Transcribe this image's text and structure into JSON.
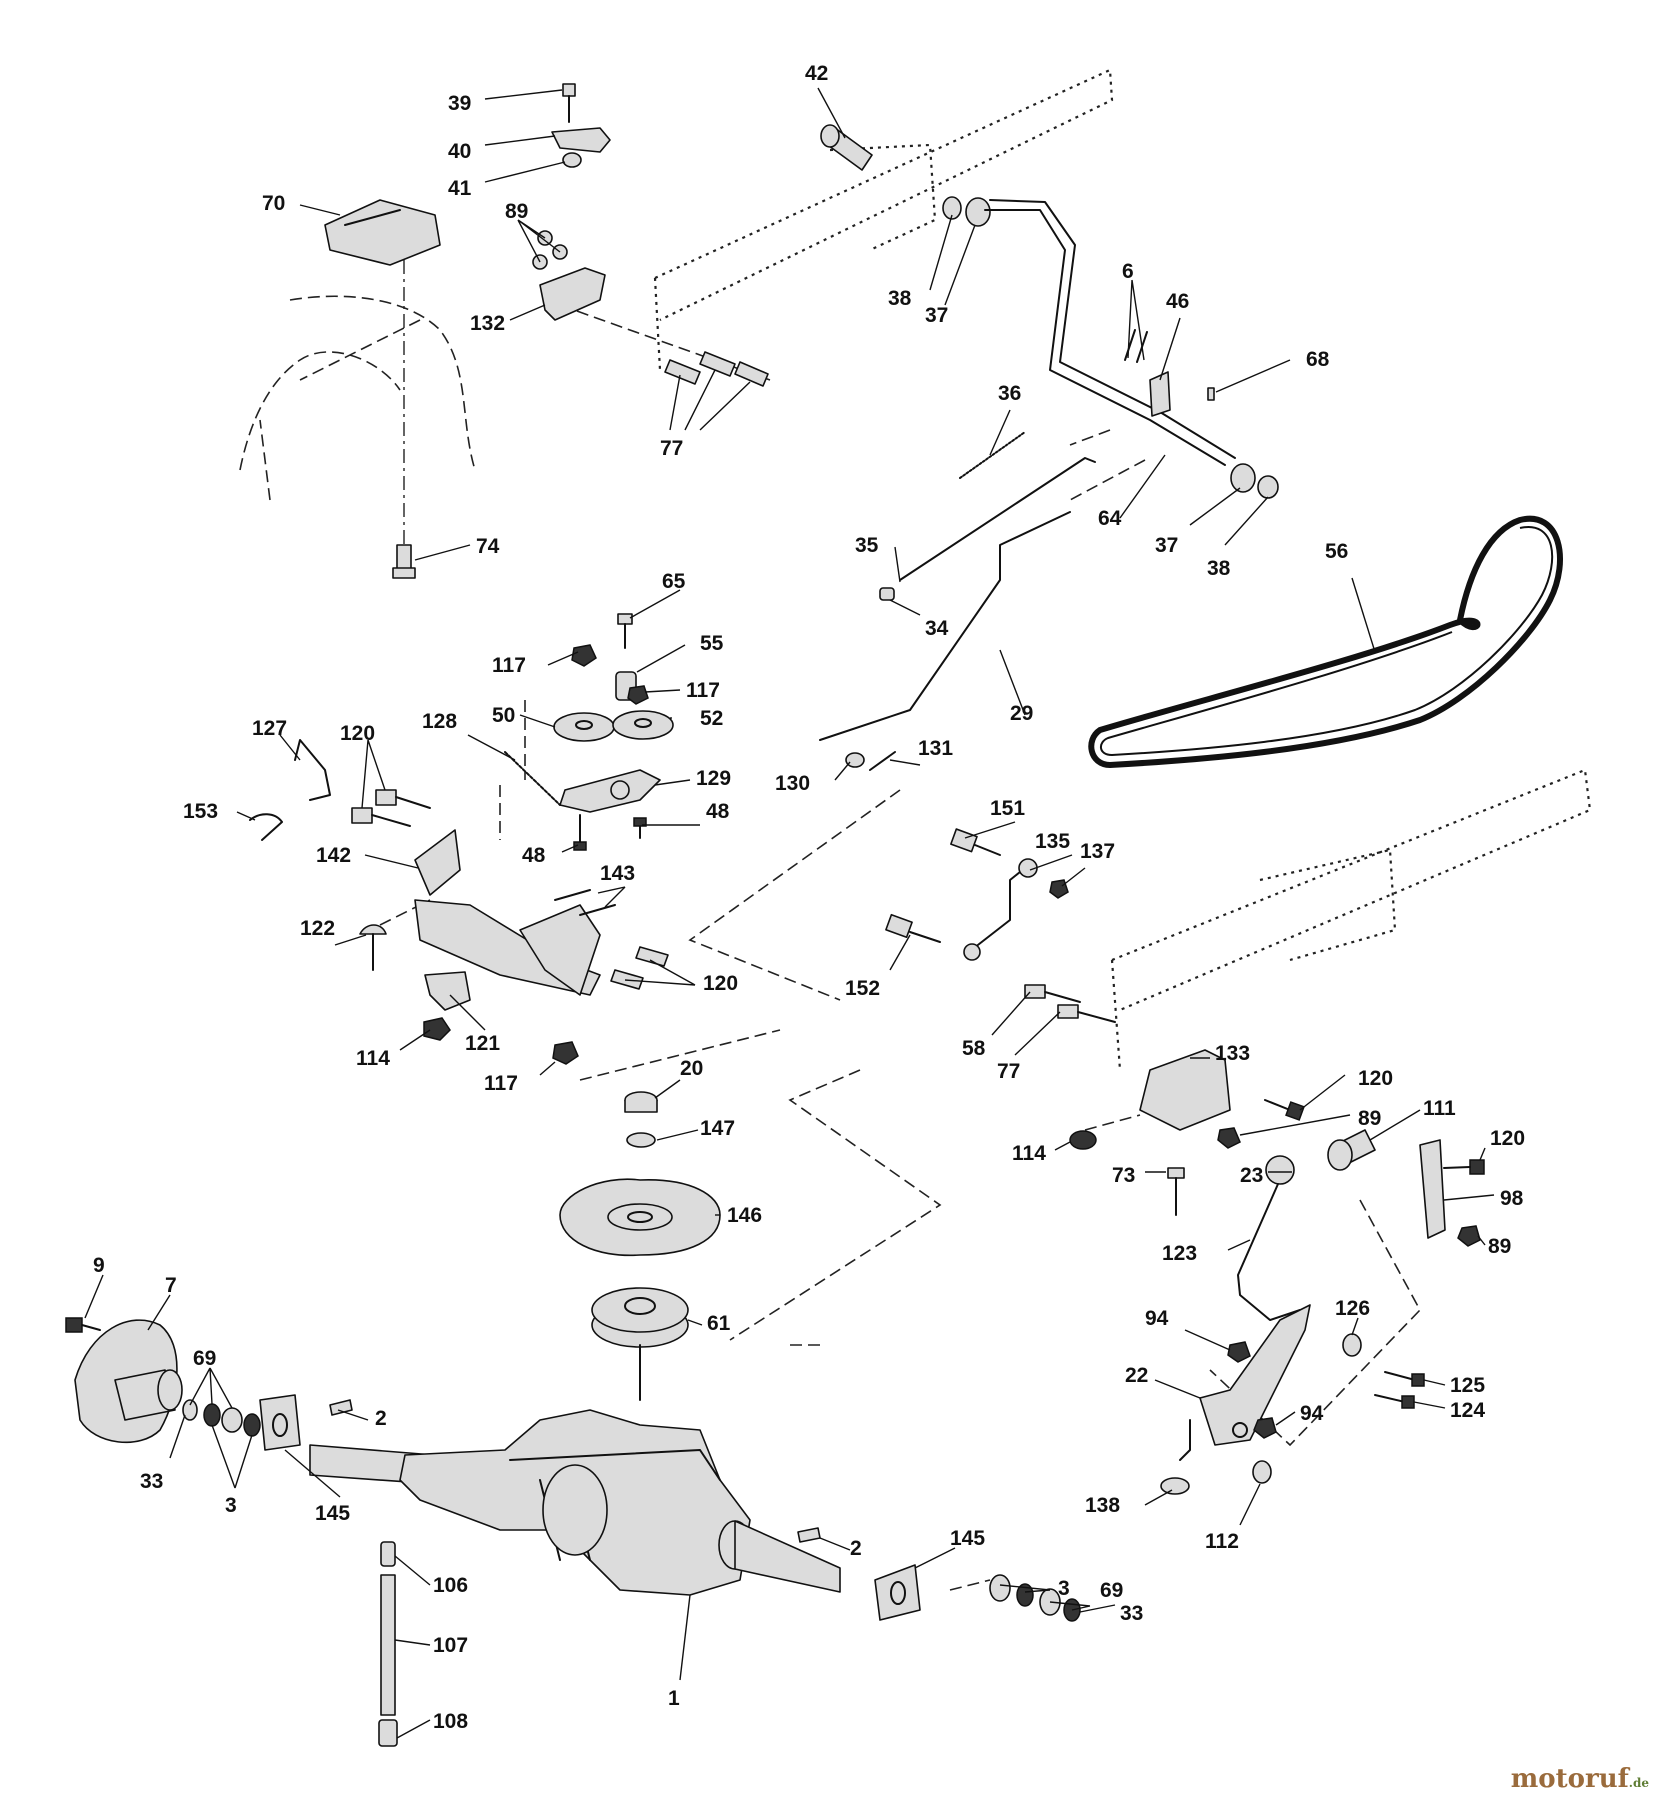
{
  "labels": [
    "39",
    "40",
    "41",
    "42",
    "70",
    "89",
    "132",
    "77",
    "38",
    "37",
    "6",
    "46",
    "68",
    "36",
    "64",
    "37",
    "38",
    "74",
    "35",
    "34",
    "65",
    "55",
    "117",
    "117",
    "50",
    "52",
    "129",
    "127",
    "120",
    "128",
    "153",
    "142",
    "48",
    "48",
    "143",
    "29",
    "130",
    "131",
    "56",
    "151",
    "135",
    "137",
    "152",
    "122",
    "120",
    "114",
    "121",
    "117",
    "20",
    "147",
    "58",
    "77",
    "133",
    "120",
    "89",
    "111",
    "114",
    "73",
    "23",
    "120",
    "98",
    "89",
    "146",
    "123",
    "9",
    "7",
    "61",
    "94",
    "126",
    "69",
    "22",
    "125",
    "124",
    "94",
    "33",
    "3",
    "145",
    "2",
    "2",
    "145",
    "138",
    "112",
    "106",
    "3",
    "69",
    "33",
    "107",
    "1",
    "108"
  ],
  "watermark": {
    "name": "motoruf",
    "suffix": ".de"
  }
}
